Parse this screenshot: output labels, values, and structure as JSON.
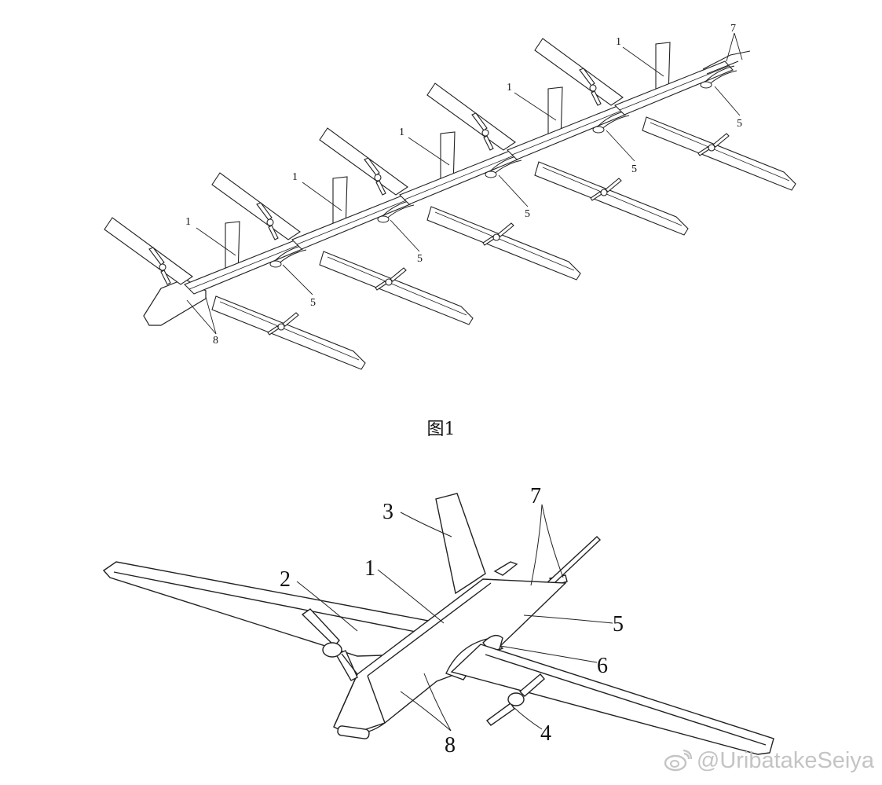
{
  "figure1": {
    "caption": "图1",
    "labels": {
      "module": "1",
      "connector": "5",
      "part7": "7",
      "part8": "8"
    }
  },
  "figure2": {
    "labels": {
      "fuselage": "1",
      "wing": "2",
      "tail": "3",
      "propeller": "4",
      "connector": "5",
      "joint": "6",
      "part7": "7",
      "part8": "8"
    }
  },
  "watermark": {
    "text": "@UribatakeSeiya",
    "icon": "weibo-logo-icon"
  }
}
